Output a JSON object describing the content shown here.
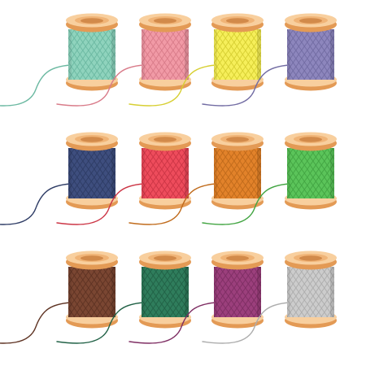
{
  "colors": {
    "background": "#ffffff",
    "wood_top": "#f8cf9e",
    "wood_mid": "#f0b477",
    "wood_dark": "#e39a55",
    "wood_hole": "#d28a4a"
  },
  "spools": [
    {
      "name": "mint",
      "thread": "#8fd3bd",
      "cross": "#6cb9a2"
    },
    {
      "name": "pink",
      "thread": "#f19aa6",
      "cross": "#d97c8a"
    },
    {
      "name": "yellow",
      "thread": "#f6ef5a",
      "cross": "#d7cf33"
    },
    {
      "name": "lavender",
      "thread": "#8d86bd",
      "cross": "#726ca3"
    },
    {
      "name": "navy",
      "thread": "#3e4e7e",
      "cross": "#2f3d66"
    },
    {
      "name": "red",
      "thread": "#ee4c5c",
      "cross": "#cc3646"
    },
    {
      "name": "orange",
      "thread": "#e2822a",
      "cross": "#c06b1c"
    },
    {
      "name": "green",
      "thread": "#5bc45a",
      "cross": "#43a543"
    },
    {
      "name": "brown",
      "thread": "#7a4632",
      "cross": "#5f3424"
    },
    {
      "name": "dark-green",
      "thread": "#2f7d5c",
      "cross": "#226247"
    },
    {
      "name": "magenta",
      "thread": "#9b3f7c",
      "cross": "#7f2f64"
    },
    {
      "name": "silver",
      "thread": "#cccccc",
      "cross": "#adadad"
    }
  ]
}
